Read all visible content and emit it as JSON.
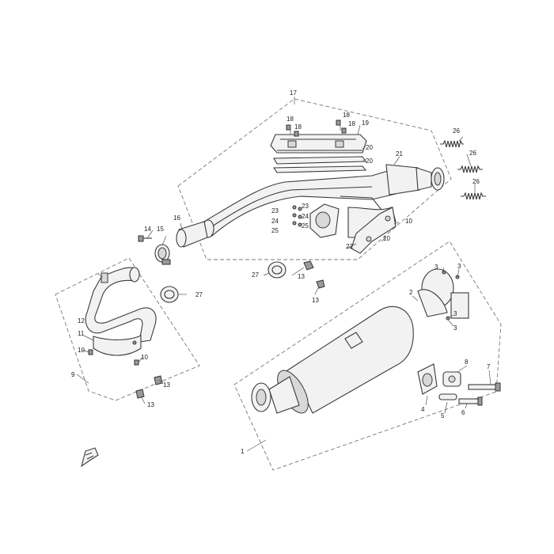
{
  "diagram": {
    "callouts": [
      {
        "id": "c1",
        "text": "1"
      },
      {
        "id": "c2",
        "text": "2"
      },
      {
        "id": "c3a",
        "text": "3"
      },
      {
        "id": "c3b",
        "text": "3"
      },
      {
        "id": "c3c",
        "text": "3"
      },
      {
        "id": "c3d",
        "text": "3"
      },
      {
        "id": "c4",
        "text": "4"
      },
      {
        "id": "c5",
        "text": "5"
      },
      {
        "id": "c6",
        "text": "6"
      },
      {
        "id": "c7",
        "text": "7"
      },
      {
        "id": "c8",
        "text": "8"
      },
      {
        "id": "c9",
        "text": "9"
      },
      {
        "id": "c10a",
        "text": "10"
      },
      {
        "id": "c10b",
        "text": "10"
      },
      {
        "id": "c10c",
        "text": "10"
      },
      {
        "id": "c10d",
        "text": "10"
      },
      {
        "id": "c11",
        "text": "11"
      },
      {
        "id": "c12",
        "text": "12"
      },
      {
        "id": "c13a",
        "text": "13"
      },
      {
        "id": "c13b",
        "text": "13"
      },
      {
        "id": "c13c",
        "text": "13"
      },
      {
        "id": "c13d",
        "text": "13"
      },
      {
        "id": "c14",
        "text": "14"
      },
      {
        "id": "c15",
        "text": "15"
      },
      {
        "id": "c16",
        "text": "16"
      },
      {
        "id": "c17",
        "text": "17"
      },
      {
        "id": "c18a",
        "text": "18"
      },
      {
        "id": "c18b",
        "text": "18"
      },
      {
        "id": "c18c",
        "text": "18"
      },
      {
        "id": "c18d",
        "text": "18"
      },
      {
        "id": "c19",
        "text": "19"
      },
      {
        "id": "c20a",
        "text": "20"
      },
      {
        "id": "c20b",
        "text": "20"
      },
      {
        "id": "c21",
        "text": "21"
      },
      {
        "id": "c22",
        "text": "22"
      },
      {
        "id": "c23a",
        "text": "23"
      },
      {
        "id": "c23b",
        "text": "23"
      },
      {
        "id": "c24a",
        "text": "24"
      },
      {
        "id": "c24b",
        "text": "24"
      },
      {
        "id": "c25a",
        "text": "25"
      },
      {
        "id": "c25b",
        "text": "25"
      },
      {
        "id": "c26a",
        "text": "26"
      },
      {
        "id": "c26b",
        "text": "26"
      },
      {
        "id": "c26c",
        "text": "26"
      },
      {
        "id": "c27a",
        "text": "27"
      },
      {
        "id": "c27b",
        "text": "27"
      }
    ]
  }
}
